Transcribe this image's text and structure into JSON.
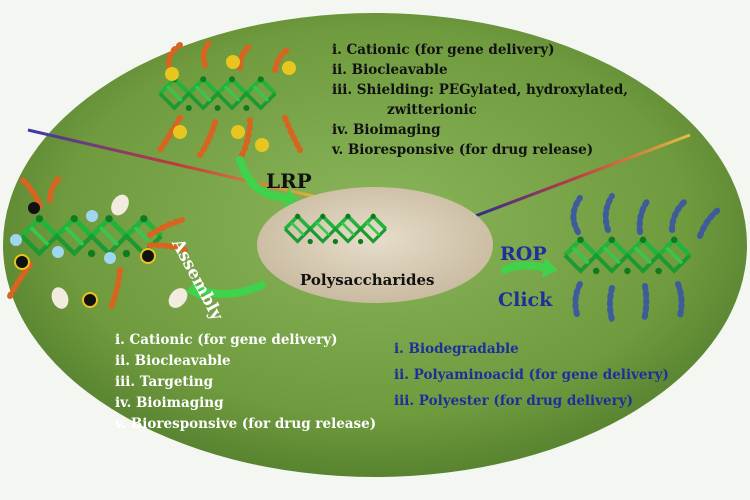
{
  "center": {
    "label": "Polysaccharides"
  },
  "routes": {
    "top": "LRP",
    "left": "Assembly",
    "right_1": "ROP",
    "right_2": "Click"
  },
  "lists": {
    "top": [
      "i. Cationic (for gene delivery)",
      "ii. Biocleavable",
      "iii. Shielding: PEGylated, hydroxylated,",
      "zwitterionic",
      "iv. Bioimaging",
      "v. Bioresponsive (for drug release)"
    ],
    "bottom_left": [
      "i. Cationic (for gene delivery)",
      "ii. Biocleavable",
      "iii. Targeting",
      "iv. Bioimaging",
      "v. Bioresponsive (for drug release)"
    ],
    "bottom_right": [
      "i. Biodegradable",
      "ii. Polyaminoacid (for gene delivery)",
      "iii. Polyester (for drug delivery)"
    ]
  },
  "colors": {
    "ellipse": "#6f9a3e",
    "center_disc": "#d8cdb8",
    "molecule": "#22b43a",
    "arrow": "#3fd24a",
    "blue_text": "#1d2f9a",
    "orange_chain": "#d9641f",
    "yellow_bead": "#e8c51f",
    "blue_chain": "#3f5c9a"
  },
  "icons": {
    "molecule": "polysaccharide-molecule-icon",
    "arrow": "curved-arrow-icon"
  }
}
